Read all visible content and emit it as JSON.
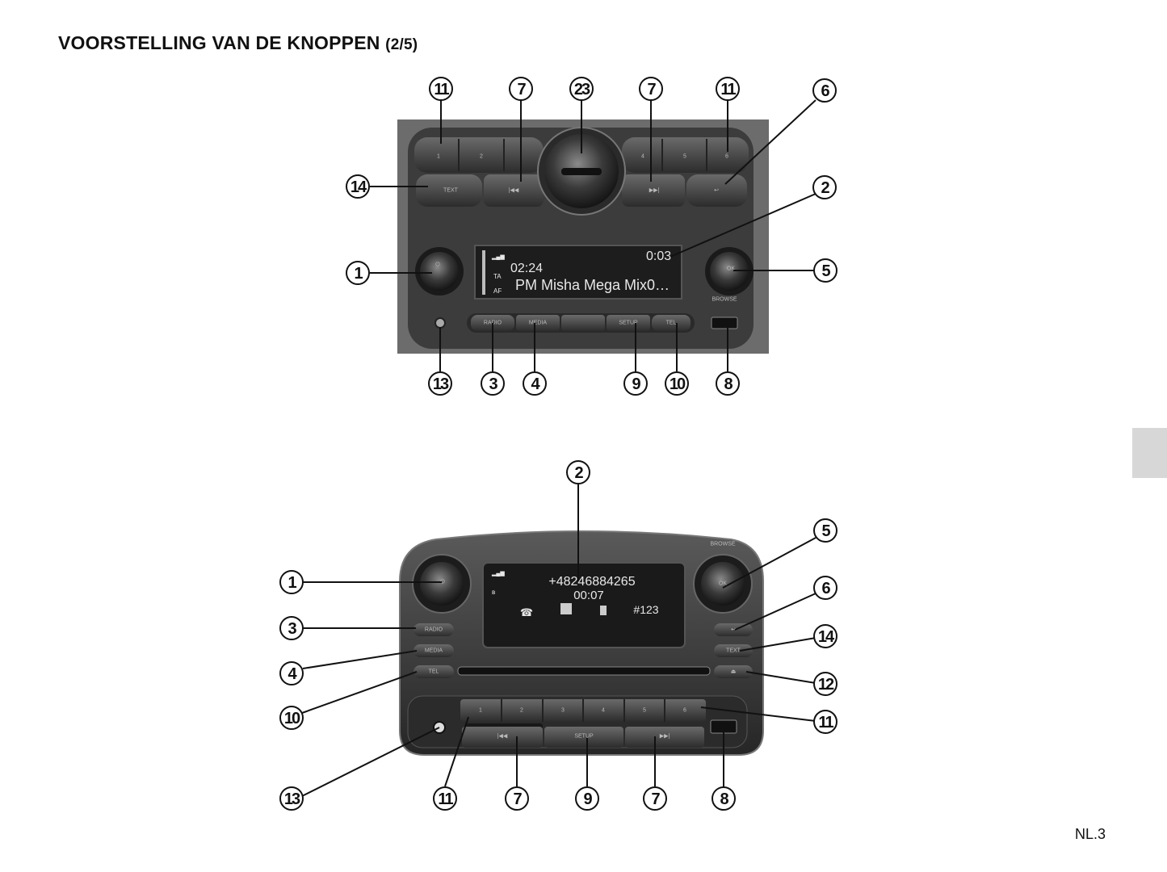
{
  "header": {
    "title": "VOORSTELLING VAN DE KNOPPEN",
    "page_fraction": "(2/5)"
  },
  "footer": {
    "page_number": "NL.3"
  },
  "figure_top": {
    "display": {
      "time": "02:24",
      "elapsed": "0:03",
      "track": "PM Misha Mega Mix0…",
      "ta": "TA",
      "af": "AF"
    },
    "buttons": {
      "radio": "RADIO",
      "media": "MEDIA",
      "setup": "SETUP",
      "tel": "TEL",
      "text": "TEXT",
      "ok": "OK",
      "browse": "BROWSE",
      "preset_1": "1",
      "preset_2": "2",
      "preset_4": "4",
      "preset_5": "5",
      "preset_6": "6"
    },
    "callouts": {
      "c11a": "11",
      "c7a": "7",
      "c23": "23",
      "c7b": "7",
      "c11b": "11",
      "c6": "6",
      "c14": "14",
      "c2": "2",
      "c1": "1",
      "c5": "5",
      "c13": "13",
      "c3": "3",
      "c4": "4",
      "c9": "9",
      "c10": "10",
      "c8": "8"
    }
  },
  "figure_bottom": {
    "display": {
      "phone_number": "+48246884265",
      "call_time": "00:07",
      "keypad": "#123"
    },
    "buttons": {
      "radio": "RADIO",
      "media": "MEDIA",
      "tel": "TEL",
      "text": "TEXT",
      "setup": "SETUP",
      "ok": "OK",
      "browse": "BROWSE",
      "preset_1": "1",
      "preset_2": "2",
      "preset_3": "3",
      "preset_4": "4",
      "preset_5": "5",
      "preset_6": "6"
    },
    "callouts": {
      "c2": "2",
      "c5": "5",
      "c1": "1",
      "c6": "6",
      "c3": "3",
      "c14": "14",
      "c4": "4",
      "c12": "12",
      "c10": "10",
      "c11r": "11",
      "c13": "13",
      "c11b": "11",
      "c7a": "7",
      "c9": "9",
      "c7b": "7",
      "c8": "8"
    }
  }
}
